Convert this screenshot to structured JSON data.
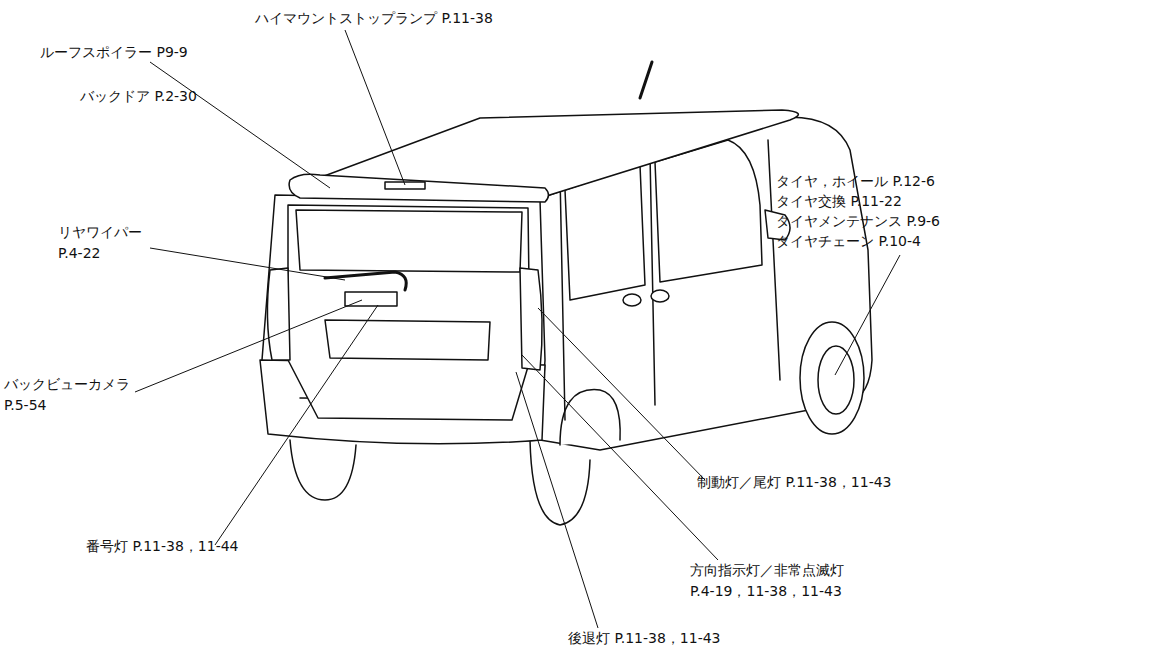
{
  "diagram": {
    "labels": [
      "ハイマウントストップランプ P.11-38",
      "ルーフスポイラー P9-9",
      "バックドア P.2-30",
      "リヤワイパー P.4-22",
      "バックビューカメラ P.5-54",
      "番号灯 P.11-38，11-44",
      "後退灯 P.11-38，11-43",
      "方向指示灯／非常点滅灯 P.4-19，11-38，11-43",
      "制動灯／尾灯 P.11-38，11-43",
      "タイヤ，ホイール P.12-6",
      "タイヤ交換 P.11-22",
      "タイヤメンテナンス P.9-6",
      "タイヤチェーン P.10-4"
    ]
  }
}
